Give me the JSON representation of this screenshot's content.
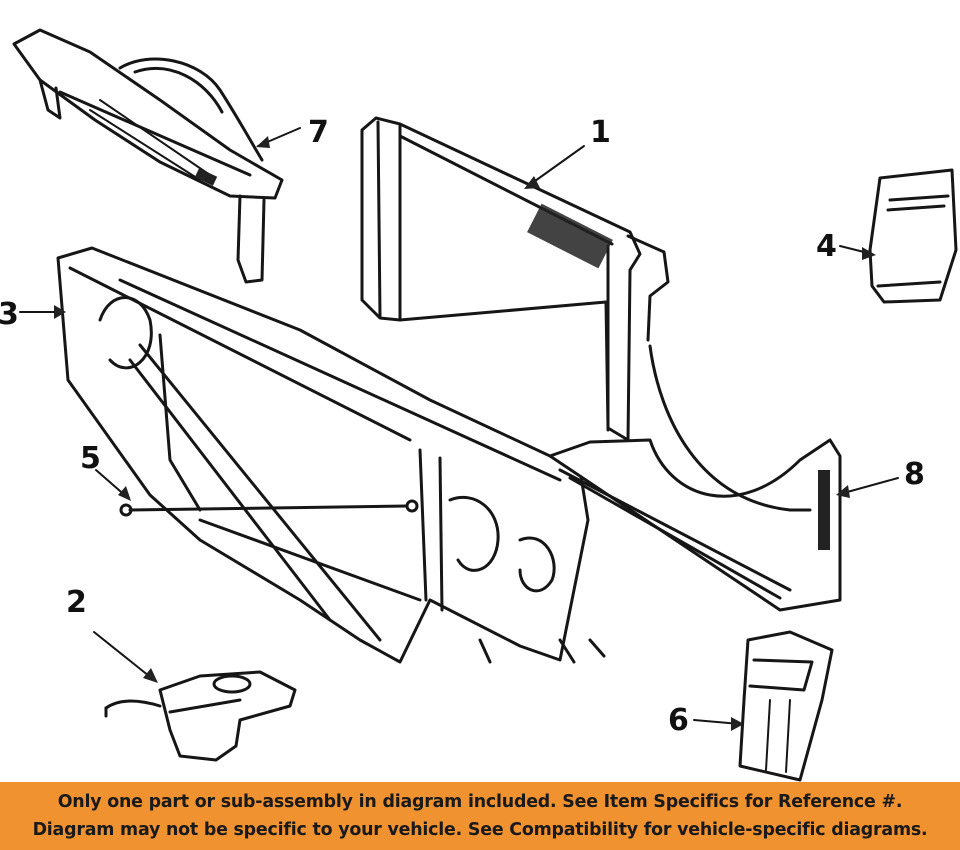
{
  "diagram": {
    "callouts": [
      "1",
      "2",
      "3",
      "4",
      "5",
      "6",
      "7",
      "8"
    ]
  },
  "disclaimer": {
    "line1": "Only one part or sub-assembly in diagram included. See Item Specifics for Reference #.",
    "line2": "Diagram may not be specific to your vehicle. See Compatibility for vehicle-specific diagrams.",
    "background_color": "#f0922f",
    "text_color": "#1a1a1a"
  }
}
